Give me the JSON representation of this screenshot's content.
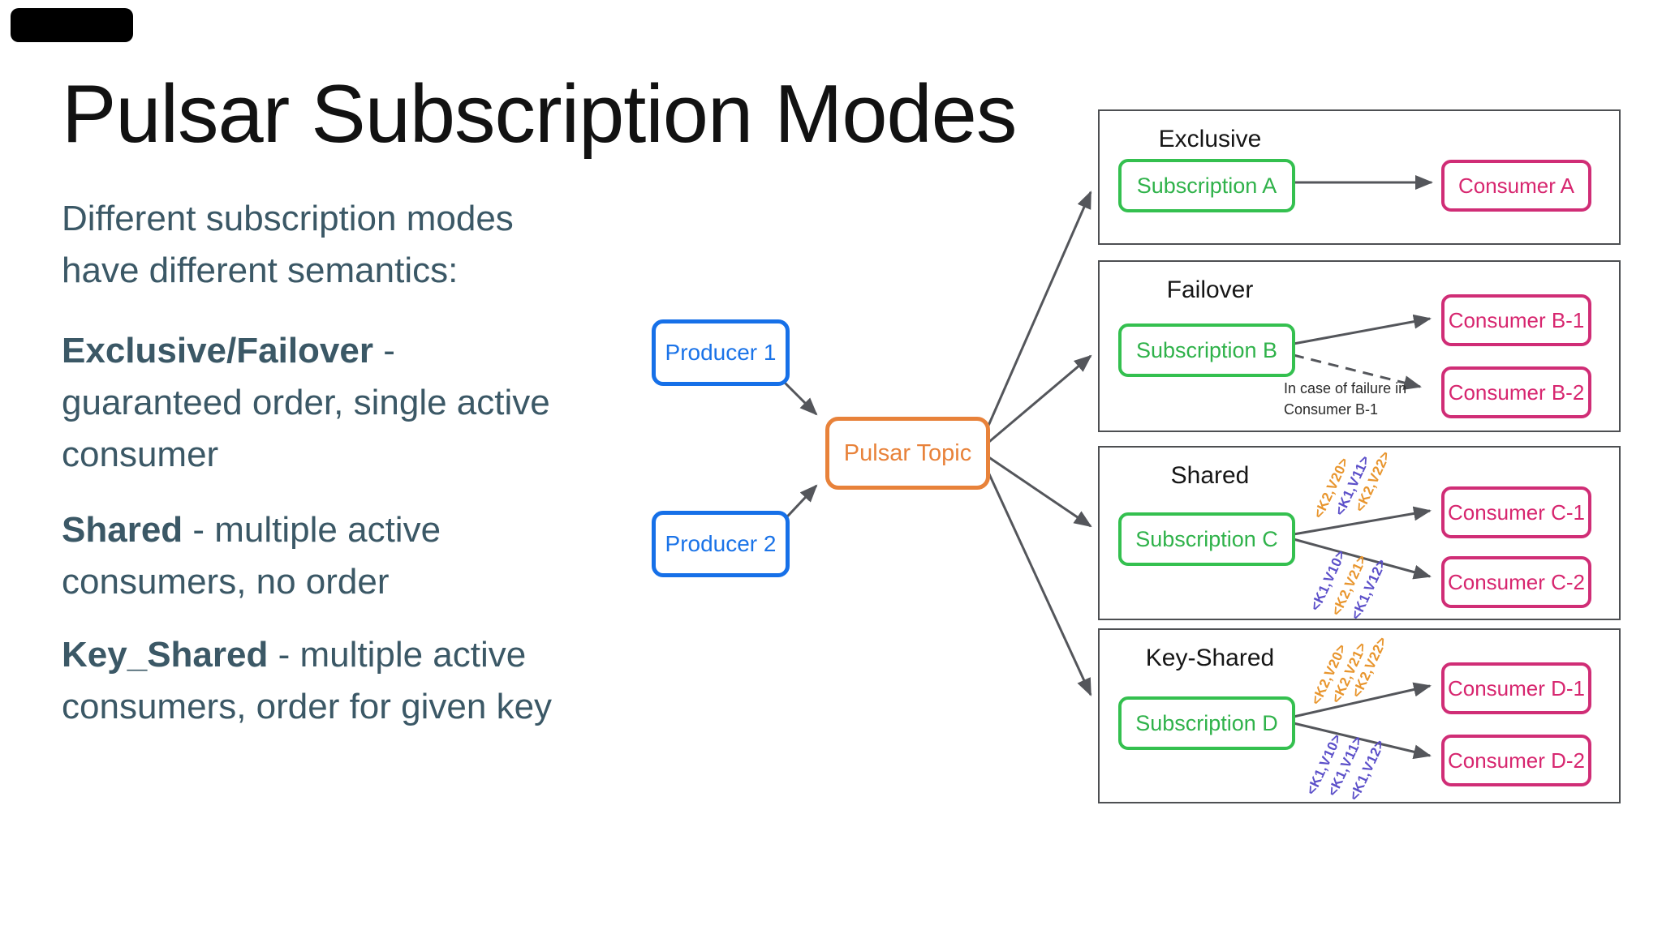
{
  "title": "Pulsar Subscription Modes",
  "intro": "Different subscription modes\nhave different semantics:",
  "modes": [
    {
      "term": "Exclusive/Failover",
      "desc": " -\nguaranteed order, single active\nconsumer"
    },
    {
      "term": "Shared",
      "desc": " - multiple active\nconsumers, no order"
    },
    {
      "term": "Key_Shared",
      "desc": " - multiple active\nconsumers, order for given key"
    }
  ],
  "producers": [
    {
      "label": "Producer 1"
    },
    {
      "label": "Producer 2"
    }
  ],
  "topic": {
    "label": "Pulsar Topic"
  },
  "panels": [
    {
      "title": "Exclusive",
      "subscription": "Subscription A",
      "consumers": [
        "Consumer A"
      ]
    },
    {
      "title": "Failover",
      "subscription": "Subscription B",
      "consumers": [
        "Consumer B-1",
        "Consumer B-2"
      ],
      "note": "In case of failure in\nConsumer B-1"
    },
    {
      "title": "Shared",
      "subscription": "Subscription C",
      "consumers": [
        "Consumer C-1",
        "Consumer C-2"
      ],
      "labels_upper": [
        {
          "text": "<K2,V20>",
          "color": "orange"
        },
        {
          "text": "<K1,V11>",
          "color": "purple"
        },
        {
          "text": "<K2,V22>",
          "color": "orange"
        }
      ],
      "labels_lower": [
        {
          "text": "<K1,V10>",
          "color": "purple"
        },
        {
          "text": "<K2,V21>",
          "color": "orange"
        },
        {
          "text": "<K1,V12>",
          "color": "purple"
        }
      ]
    },
    {
      "title": "Key-Shared",
      "subscription": "Subscription D",
      "consumers": [
        "Consumer D-1",
        "Consumer D-2"
      ],
      "labels_upper": [
        {
          "text": "<K2,V20>",
          "color": "orange"
        },
        {
          "text": "<K2,V21>",
          "color": "orange"
        },
        {
          "text": "<K2,V22>",
          "color": "orange"
        }
      ],
      "labels_lower": [
        {
          "text": "<K1,V10>",
          "color": "purple"
        },
        {
          "text": "<K1,V11>",
          "color": "purple"
        },
        {
          "text": "<K1,V12>",
          "color": "purple"
        }
      ]
    }
  ],
  "colors": {
    "producer_blue": "#1670e8",
    "topic_orange": "#e8823a",
    "subscription_green": "#34c04f",
    "consumer_pink": "#d02d76",
    "arrow_gray": "#54565b",
    "panel_border_gray": "#4d4f52",
    "body_text": "#3b5866",
    "kv_orange": "#e8952d",
    "kv_purple": "#5b4fc9"
  }
}
